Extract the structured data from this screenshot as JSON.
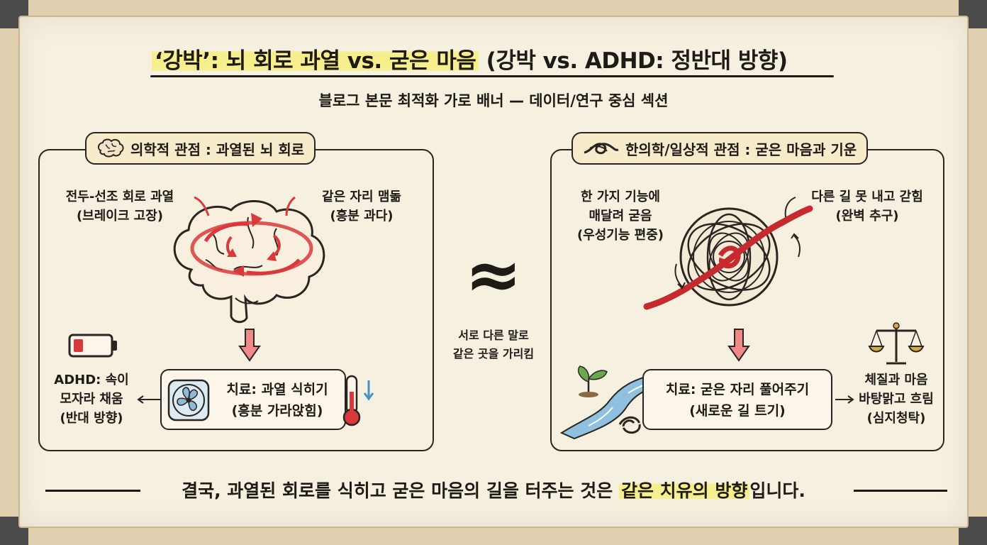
{
  "title": {
    "highlighted": "‘강박’: 뇌 회로 과열 vs. 굳은 마음",
    "rest": "(강박 vs. ADHD: 정반대 방향)"
  },
  "subtitle": "블로그 본문 최적화 가로 배너 — 데이터/연구 중심 섹션",
  "left_panel": {
    "label": "의학적 관점 : 과열된 뇌 회로",
    "annotation_left": [
      "전두-선조 회로 과열",
      "(브레이크 고장)"
    ],
    "annotation_right": [
      "같은 자리 맴돎",
      "(흥분 과다)"
    ],
    "treatment": [
      "치료: 과열 식히기",
      "(흥분 가라앉힘)"
    ],
    "adhd_note": [
      "ADHD: 속이",
      "모자라 채움",
      "(반대 방향)"
    ]
  },
  "middle": {
    "symbol": "≈",
    "caption": [
      "서로 다른 말로",
      "같은 곳을 가리킴"
    ]
  },
  "right_panel": {
    "label": "한의학/일상적 관점 : 굳은 마음과 기운",
    "annotation_left": [
      "한 가지 기능에",
      "매달려 굳음",
      "(우성기능 편중)"
    ],
    "annotation_right": [
      "다른 길 못 내고 갇힘",
      "(완벽 추구)"
    ],
    "treatment": [
      "치료: 굳은 자리 풀어주기",
      "(새로운 길 트기)"
    ],
    "balance_note": [
      "체질과 마음",
      "바탕맑고 흐림",
      "(심지청탁)"
    ]
  },
  "footer": {
    "before": "결국, 과열된 회로를 식히고 굳은 마음의 길을 터주는 것은 ",
    "highlight": "같은 치유의 방향",
    "after": "입니다."
  },
  "colors": {
    "accent_red": "#d9393c",
    "highlight_yellow": "#f7ef8e",
    "paper": "#f6f0e0",
    "cool_blue": "#4a90c8"
  }
}
